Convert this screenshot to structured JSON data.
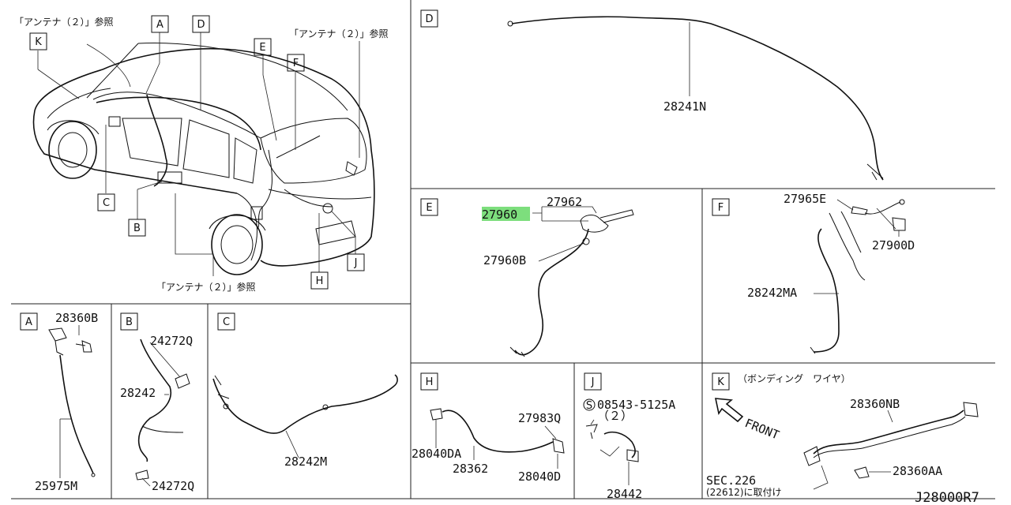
{
  "overview": {
    "antenna_ref_1": "「アンテナ（２）」参照",
    "antenna_ref_2": "「アンテナ（２）」参照",
    "antenna_ref_3": "「アンテナ（２）」参照",
    "callouts": [
      "A",
      "B",
      "C",
      "D",
      "E",
      "F",
      "H",
      "J",
      "K"
    ]
  },
  "panels": {
    "A": {
      "title": "A",
      "parts": [
        "28360B",
        "25975M"
      ]
    },
    "B": {
      "title": "B",
      "parts": [
        "24272Q",
        "28242",
        "24272Q"
      ]
    },
    "C": {
      "title": "C",
      "parts": [
        "28242M"
      ]
    },
    "D": {
      "title": "D",
      "parts": [
        "28241N"
      ]
    },
    "E": {
      "title": "E",
      "parts": [
        "27962",
        "27960",
        "27960B"
      ]
    },
    "F": {
      "title": "F",
      "parts": [
        "27965E",
        "27900D",
        "28242MA"
      ]
    },
    "H": {
      "title": "H",
      "parts": [
        "27983Q",
        "28040DA",
        "28362",
        "28040D"
      ]
    },
    "J": {
      "title": "J",
      "symbol": "S",
      "parts": [
        "08543-5125A",
        "（２）",
        "28442"
      ]
    },
    "K": {
      "title": "K",
      "note": "（ボンディング　ワイヤ）",
      "front": "FRONT",
      "parts": [
        "28360NB",
        "28360AA"
      ],
      "sec_ref": "SEC.226",
      "sec_note": "(22612)に取付け"
    }
  },
  "diagram_id": "J28000R7",
  "highlight_color": "#7dde7d"
}
